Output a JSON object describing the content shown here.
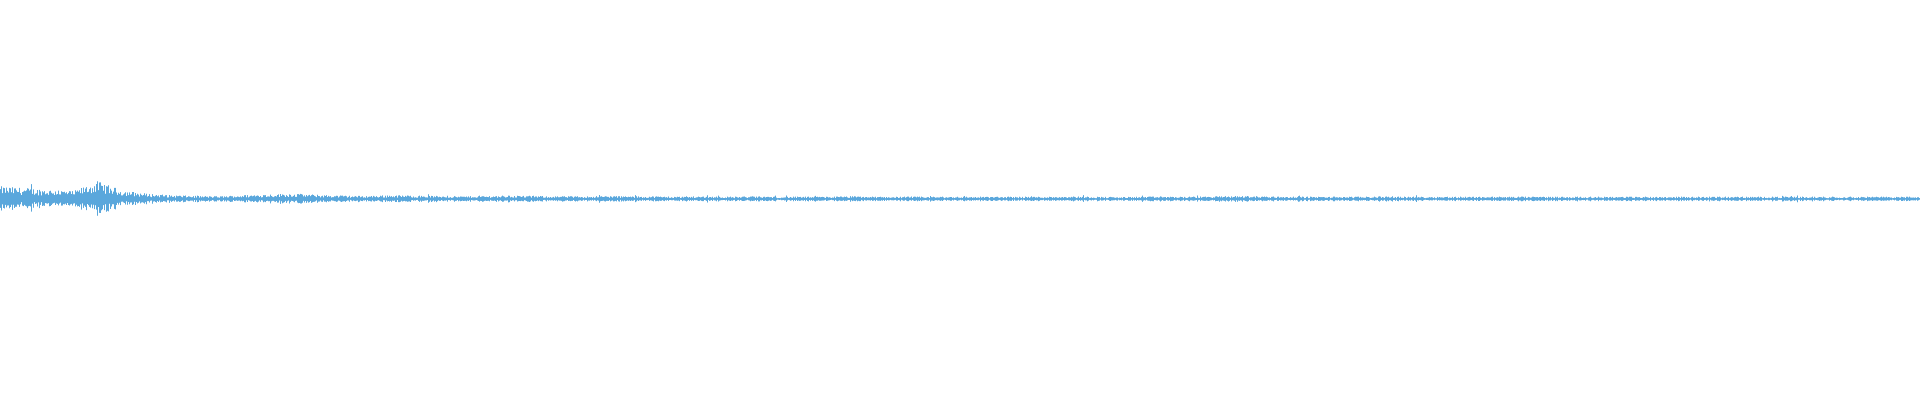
{
  "waveform": {
    "color": "#5aa7dc",
    "background": "#ffffff",
    "icon": "audio-waveform",
    "amplitude_profile": [
      0.32,
      0.28,
      0.24,
      0.2,
      0.45,
      0.22,
      0.14,
      0.1,
      0.08,
      0.07,
      0.1,
      0.12,
      0.14,
      0.11,
      0.09,
      0.08,
      0.1,
      0.09,
      0.08,
      0.07,
      0.08,
      0.09,
      0.08,
      0.07,
      0.07,
      0.08,
      0.07,
      0.07,
      0.06,
      0.07,
      0.06,
      0.07,
      0.06,
      0.06,
      0.06,
      0.07,
      0.06,
      0.06,
      0.06,
      0.06,
      0.06,
      0.06,
      0.06,
      0.06,
      0.07,
      0.06,
      0.05,
      0.06,
      0.06,
      0.06,
      0.07,
      0.08,
      0.07,
      0.06,
      0.06,
      0.06,
      0.06,
      0.07,
      0.06,
      0.06,
      0.06,
      0.06,
      0.06,
      0.06,
      0.06,
      0.06,
      0.06,
      0.06,
      0.06,
      0.06,
      0.06,
      0.06,
      0.06,
      0.06,
      0.06,
      0.06,
      0.06,
      0.06,
      0.06,
      0.06
    ]
  }
}
